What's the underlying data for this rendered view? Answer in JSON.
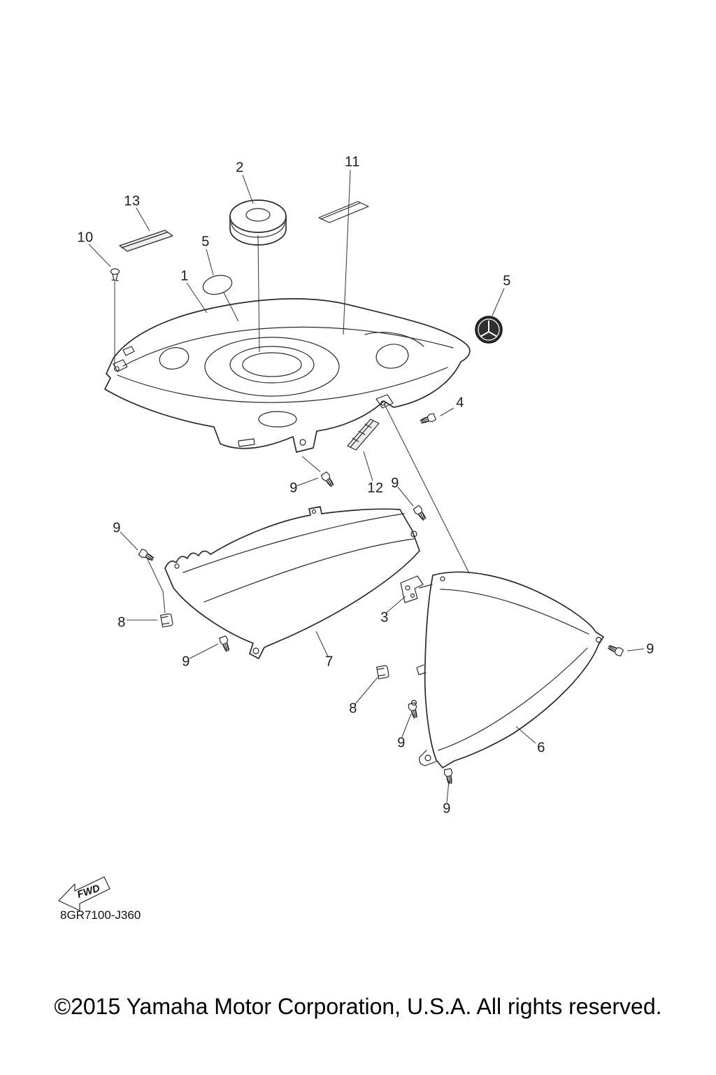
{
  "diagram": {
    "callouts": [
      {
        "label": "2"
      },
      {
        "label": "11"
      },
      {
        "label": "13"
      },
      {
        "label": "10"
      },
      {
        "label": "5"
      },
      {
        "label": "1"
      },
      {
        "label": "5"
      },
      {
        "label": "4"
      },
      {
        "label": "9"
      },
      {
        "label": "12"
      },
      {
        "label": "9"
      },
      {
        "label": "9"
      },
      {
        "label": "8"
      },
      {
        "label": "9"
      },
      {
        "label": "3"
      },
      {
        "label": "7"
      },
      {
        "label": "8"
      },
      {
        "label": "9"
      },
      {
        "label": "6"
      },
      {
        "label": "9"
      },
      {
        "label": "9"
      }
    ]
  },
  "footer": {
    "fwd_label": "FWD",
    "drawing_code": "8GR7100-J360",
    "copyright": "©2015 Yamaha Motor Corporation, U.S.A. All rights reserved."
  }
}
